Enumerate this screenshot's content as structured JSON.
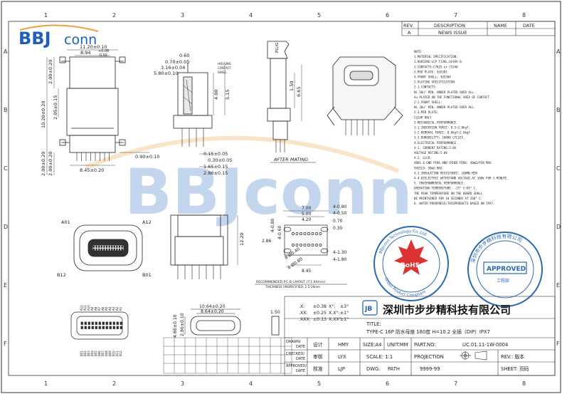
{
  "grid": {
    "cols": [
      "1",
      "2",
      "3",
      "4",
      "5",
      "6",
      "7",
      "8"
    ],
    "rows": [
      "A",
      "B",
      "C",
      "D",
      "E",
      "F"
    ]
  },
  "logo": {
    "bb": "BBJ",
    "conn": "conn"
  },
  "watermark": {
    "text": "BBJconn"
  },
  "revision_table": {
    "headers": [
      "REV.",
      "DESCRIPTION",
      "NAME",
      "DATE"
    ],
    "rows": [
      [
        "A",
        "NEWS ISSUE",
        "",
        ""
      ]
    ]
  },
  "dims": {
    "top_width": "11.20±0.10",
    "top_inner": "8.94",
    "top_tol_plus": "+0.06",
    "top_tol_minus": "-0.02",
    "left_top": "2.00±0.20",
    "left_height": "10.20±0.20",
    "left_mid": "2.05±0.15",
    "left_bot1": "2.00±0.20",
    "left_bot2": "2.00±0.20",
    "bottom_pitch": "8.45±0.20",
    "right_pin": "0.90±0.10",
    "side_060": "0.60",
    "side_070": "0.70±0.05",
    "side_316": "3.16±0.04",
    "side_580": "5.80±0.10",
    "side_400": "4.00",
    "side_515": "5.15",
    "side_015": "0.15±0.05",
    "side_030": "0.30±0.05",
    "side_165": "1.65±0.15",
    "side_286": "2.86±0.15",
    "plug_label": "PLUG",
    "plug_150": "1.50",
    "plug_665": "6.65",
    "after_mating": "AFTER  MATING",
    "housing_note": "HOUSING",
    "contact_note": "CONTACT",
    "shell_note": "SHELL",
    "pin_a01": "A01",
    "pin_a12": "A12",
    "pin_b12": "B12",
    "pin_b01": "B01",
    "front_height": "12.20"
  },
  "pcb": {
    "d700": "7.00",
    "d500": "5.00",
    "d420": "4.20",
    "d080_l": "4-0.80",
    "d050": "4-0.50",
    "d080_r": "4-0.80",
    "d060": "4-0.60",
    "d070": "0.70",
    "d030": "0.30",
    "d286": "2.86",
    "d130": "4-1.30",
    "d180": "4-1.80",
    "d845": "8.45",
    "d040": "8-Ø0.40",
    "d060h": "8-Ø0.60",
    "caption1": "RECOMMENDED  P.C.B  LAYOUT  (T:1.60mm)",
    "caption2": "THICKNESS UNSPECIFIED: 2.5-16mm"
  },
  "notes": [
    "NOTE:",
    "1.MATERIAL SPECIFICATION:",
    "  1.HOUSING:LCP T130L,UL94V-0.",
    "  2.CONTACTS:C7025 or C5240",
    "  3.MID PLATE: SUS301",
    "  4.FRONT SHELL: SUS304",
    "2.PLATING SPECIFICATION:",
    "  2-1.CONTACTS:",
    "     Ni 50u\" MIN. UNDER PLATED OVER ALL.",
    "     Au PLATED ON THE FUNCTIONAL AREA OF CONTACT.",
    "  2-2.FRONT SHELL:",
    "     Ni 30u\" MIN. UNDER PLATED OVER ALL.",
    "  2-3.MID PLATE:",
    "     CLEAR ONLY",
    "3.MECHANICAL PERFORMANCE.",
    "  3-1.INSERTION FORCE: 0.5~2.0kgf.",
    "  3-2.REMOVAL FORCE: 0.8kgf~2.0kgf.",
    "  3-3.DURABILITY: 10000 CYCLES.",
    "4.ELECTRICAL PERFORMANCE.",
    "  4-1. CURRENT RATING:3.0A",
    "       VOLTAGE RATING:5.0V",
    "  4-2. LLCR:",
    "       VBUS & GND PINS AND OTHER PINS: 40mΩ/PIN MAX.",
    "       SHIELD: 50mΩ MAX.",
    "  4-3.INSULATION RESISTANCE: 100MΩ  MIN",
    "  4-4.DIELECTRIC WITHSTAND VOLTAGE,AC 100V FOR 1 MINUTE.",
    "5. ENVIRONMENTAL PERFORMANCE:",
    "   OPERATING TEMPERATURE: -25° C~85° C.",
    "   THE PEAK TEMPERATURE ON THE BOARD SHALL",
    "   BE MAINTAINED FOR 10 SECONDS AT 260° C.",
    "6. WATER PROOFNESS:THISPRODUCTS BASED ON IPX7."
  ],
  "stamps": {
    "left_ring": "BBJconn Technology Co.,Ltd",
    "left_bottom": "Green Product Compliant",
    "rohs": "RoHS",
    "right_ring": "深圳市步步精科技有限公司",
    "approved": "APPROVED",
    "eng": "工程部"
  },
  "detail": {
    "w_outer": "10.64±0.20",
    "w_inner": "8.64±0.20",
    "h_outer": "4.86±0.10",
    "h_inner": "2.86±0.10",
    "t_150": "1.50",
    "pin_labels": [
      "A12",
      "B01",
      "A11",
      "B02",
      "A10",
      "B03",
      "A9",
      "B04",
      "A8",
      "B05",
      "A7",
      "B06",
      "A6",
      "B07",
      "A5",
      "B08",
      "A4",
      "B09",
      "A3",
      "B10",
      "A2",
      "B11",
      "A1",
      "B12"
    ]
  },
  "title_block": {
    "company_icon": "JB",
    "company": "深圳市步步精科技有限公司",
    "tolerances": [
      [
        ".X:",
        "±0.38",
        "X°:",
        "±3°"
      ],
      [
        ".XX:",
        "±0.25",
        "X.X°:",
        "±1°"
      ],
      [
        ".XXX:",
        "±0.13",
        "X.XX°:",
        "±1°"
      ]
    ],
    "title_label": "TITLE:",
    "title": "TYPE-C 16P 防水母座 180度 H=10.2 全插（DIP）IPX7",
    "drawn_label": "DRAWN/",
    "date_label": "DATE",
    "checked_label": "CHECKED/",
    "approved_label": "APPROVED/",
    "design_cn": "设计",
    "check_cn": "审核",
    "approve_cn": "核准",
    "designer": "HMY",
    "checker": "LYX",
    "approver": "LJP",
    "size": "SIZE:A4",
    "unit": "UNIT:MM",
    "part_no_label": "PART.NO:",
    "part_no": "UC.01.11-1W-0004",
    "scale": "SCALE: 1:1",
    "projection": "PROJECTION",
    "rev": "REV.:  版本",
    "dwg": "DWG.",
    "path": "PATH",
    "dwg_no": "9999-99",
    "sheet": "SHEET:  页码"
  }
}
